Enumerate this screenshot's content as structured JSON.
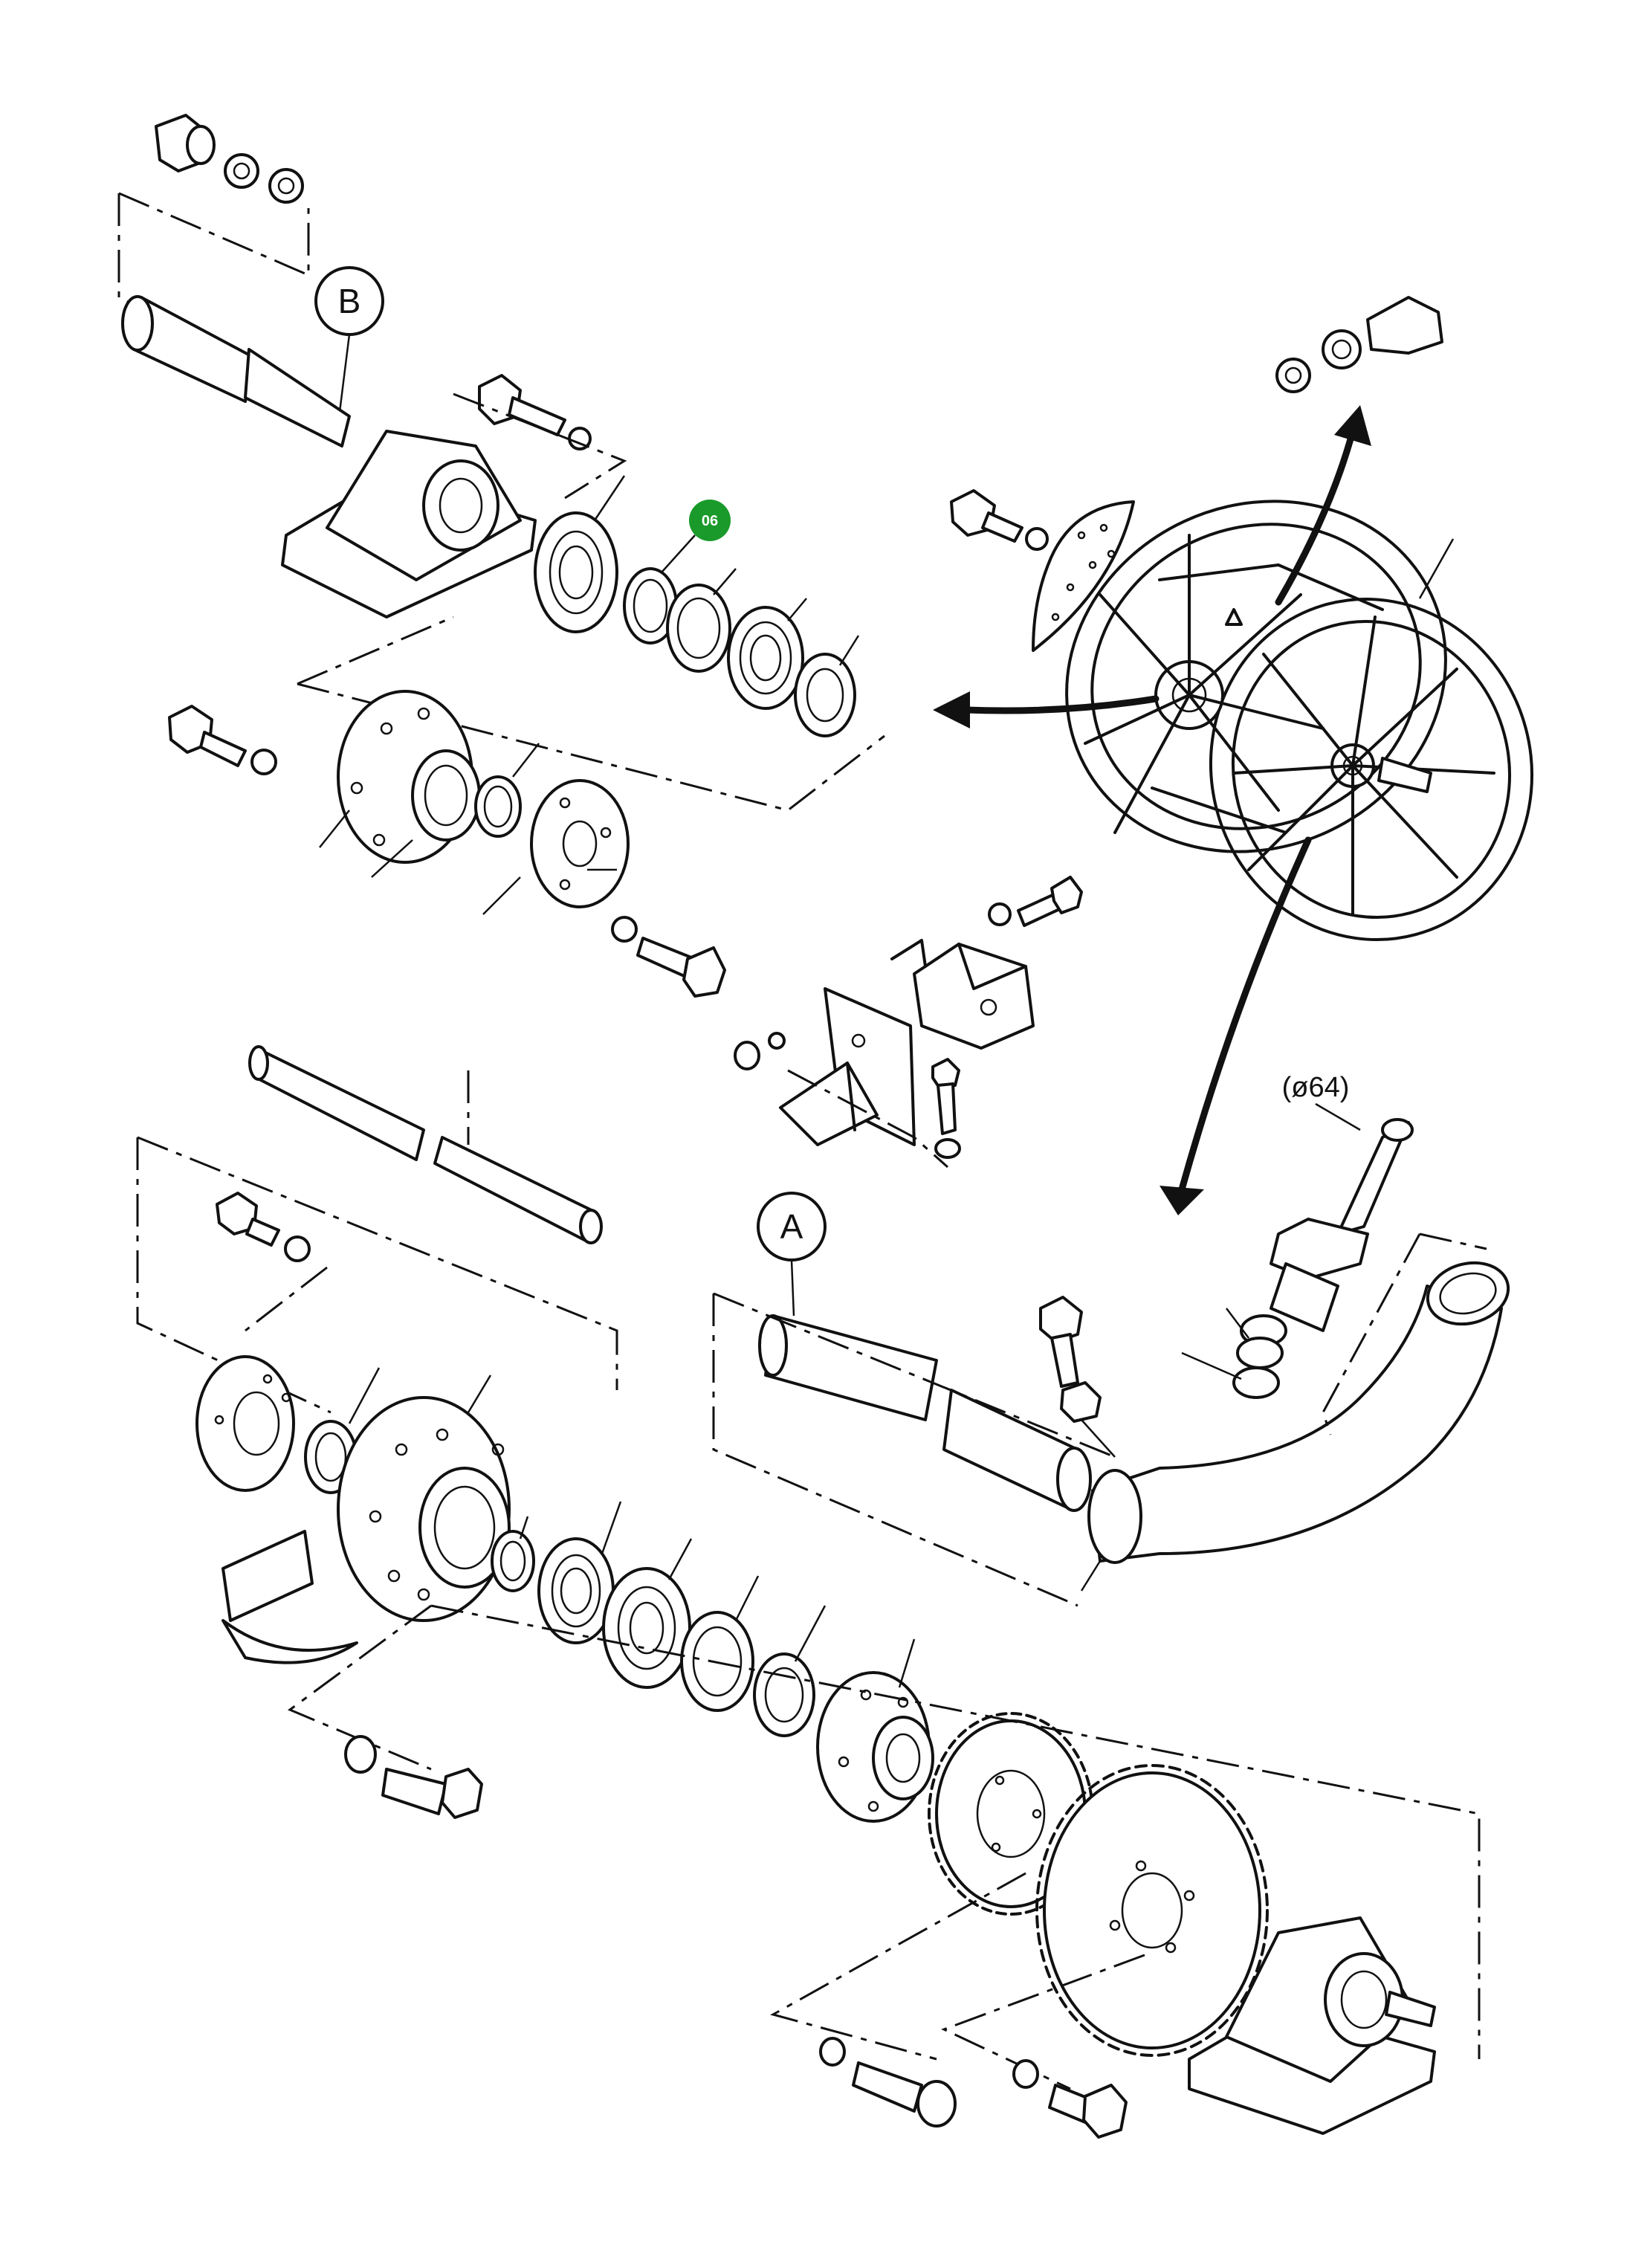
{
  "diagram": {
    "callouts": {
      "a": "A",
      "b": "B"
    },
    "dimension_label": "(ø64)",
    "selected_item": {
      "label": "06",
      "color": "#1a9a2a"
    }
  }
}
